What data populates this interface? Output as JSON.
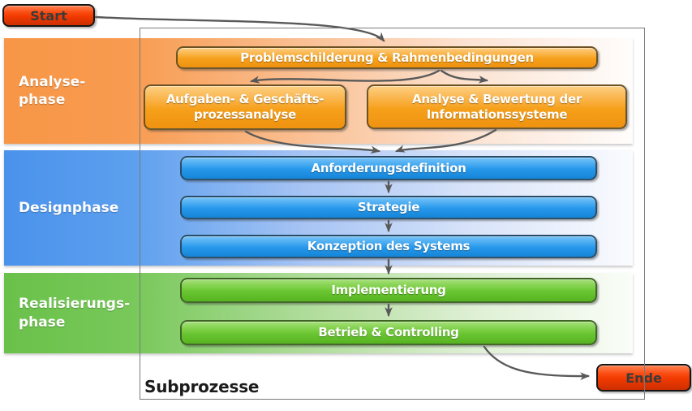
{
  "diagram": {
    "container_label": "Subprozesse",
    "start_label": "Start",
    "end_label": "Ende",
    "terminator_color": "#F03A00",
    "arrow_color": "#595959"
  },
  "phases": [
    {
      "label": "Analyse-\nphase",
      "accent_color": "#F79646"
    },
    {
      "label": "Designphase",
      "accent_color": "#4A92EC"
    },
    {
      "label": "Realisierungs-\nphase",
      "accent_color": "#6AC14A"
    }
  ],
  "processes": [
    {
      "label": "Problemschilderung & Rahmenbedingungen",
      "phase": "Analyse-phase",
      "accent_color": "#F6A01A"
    },
    {
      "label": "Aufgaben- & Geschäfts-\nprozessanalyse",
      "phase": "Analyse-phase",
      "accent_color": "#F6A01A"
    },
    {
      "label": "Analyse & Bewertung der\nInformationssysteme",
      "phase": "Analyse-phase",
      "accent_color": "#F6A01A"
    },
    {
      "label": "Anforderungsdefinition",
      "phase": "Designphase",
      "accent_color": "#2697EA"
    },
    {
      "label": "Strategie",
      "phase": "Designphase",
      "accent_color": "#2697EA"
    },
    {
      "label": "Konzeption des Systems",
      "phase": "Designphase",
      "accent_color": "#2697EA"
    },
    {
      "label": "Implementierung",
      "phase": "Realisierungsphase",
      "accent_color": "#69C531"
    },
    {
      "label": "Betrieb & Controlling",
      "phase": "Realisierungsphase",
      "accent_color": "#69C531"
    }
  ]
}
